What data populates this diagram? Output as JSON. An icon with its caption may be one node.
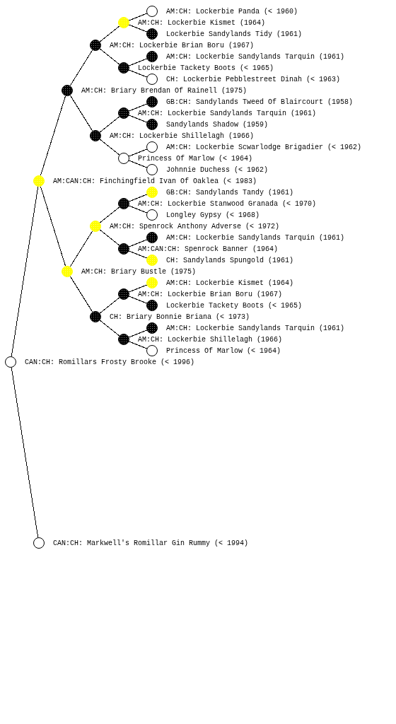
{
  "diagram": {
    "nodes": [
      {
        "text": [],
        "shape": "circle",
        "beside": [
          "AM:CH: Lockerbie Panda (< 1960)"
        ]
      },
      {
        "text": [],
        "shape": "circle"
      },
      {
        "text": [],
        "shape": "circle",
        "beside": [
          "Lockerbie Sandylands Tidy (1961)"
        ]
      },
      {
        "text": [],
        "shape": "circle"
      },
      {
        "text": [],
        "shape": "circle",
        "beside": [
          "AM:CH: Lockerbie Sandylands Tarquin (1961)"
        ]
      },
      {
        "text": [],
        "shape": "circle"
      },
      {
        "text": [],
        "shape": "circle",
        "beside": [
          "CH: Lockerbie Pebblestreet Dinah (< 1963)"
        ]
      },
      {
        "text": [],
        "shape": "circle"
      },
      {
        "text": [],
        "shape": "circle",
        "beside": [
          "GB:CH: Sandylands Tweed Of Blaircourt (1958)"
        ]
      },
      {
        "text": [],
        "shape": "circle"
      },
      {
        "text": [],
        "shape": "circle",
        "beside": [
          "Sandylands Shadow (1959)"
        ]
      },
      {
        "text": [],
        "shape": "circle"
      },
      {
        "text": [],
        "shape": "circle",
        "beside": [
          "AM:CH: Lockerbie Scwarlodge Brigadier (< 1962)"
        ]
      },
      {
        "text": [],
        "shape": "circle"
      },
      {
        "text": [],
        "shape": "circle",
        "beside": [
          "Johnnie Duchess (< 1962)"
        ]
      },
      {
        "text": [],
        "shape": "circle"
      },
      {
        "text": [],
        "shape": "circle",
        "beside": [
          "GB:CH: Sandylands Tandy (1961)"
        ]
      },
      {
        "text": [],
        "shape": "circle"
      },
      {
        "text": [],
        "shape": "circle",
        "beside": [
          "Longley Gypsy (< 1968)"
        ]
      },
      {
        "text": [],
        "shape": "circle"
      },
      {
        "text": [],
        "shape": "circle",
        "beside": [
          "AM:CH: Lockerbie Sandylands Tarquin (1961)"
        ]
      },
      {
        "text": [],
        "shape": "circle"
      },
      {
        "text": [],
        "shape": "circle",
        "beside": [
          "CH: Sandylands Spungold (1961)"
        ]
      },
      {
        "text": [],
        "shape": "circle"
      },
      {
        "text": [],
        "shape": "circle",
        "beside": [
          "AM:CH: Lockerbie Kismet (1964)"
        ]
      },
      {
        "text": [],
        "shape": "circle"
      },
      {
        "text": [],
        "shape": "circle",
        "beside": [
          "Lockerbie Tackety Boots (< 1965)"
        ]
      },
      {
        "text": [],
        "shape": "circle"
      },
      {
        "text": [],
        "shape": "circle",
        "beside": [
          "AM:CH: Lockerbie Sandylands Tarquin (1961)"
        ]
      },
      {
        "text": [],
        "shape": "circle"
      },
      {
        "text": [],
        "shape": "circle",
        "beside": [
          "Princess Of Marlow (< 1964)"
        ]
      },
      {
        "text": [],
        "shape": "circle"
      },
      {
        "text": [],
        "shape": "circle",
        "beside": [
          "CAN:CH: Markwell's Romillar Gin Rummy (< 1994)"
        ]
      }
    ],
    "edges": [
      {
        "from": 31,
        "to": 15,
        "arrow": "none"
      },
      {
        "from": 31,
        "to": 32,
        "arrow": "none"
      },
      {
        "from": 15,
        "to": 7,
        "arrow": "none"
      },
      {
        "from": 15,
        "to": 23,
        "arrow": "none"
      },
      {
        "from": 7,
        "to": 3,
        "arrow": "none"
      },
      {
        "from": 7,
        "to": 11,
        "arrow": "none"
      },
      {
        "from": 23,
        "to": 19,
        "arrow": "none"
      },
      {
        "from": 23,
        "to": 27,
        "arrow": "none"
      },
      {
        "from": 3,
        "to": 1,
        "arrow": "none"
      },
      {
        "from": 3,
        "to": 5,
        "arrow": "none"
      },
      {
        "from": 11,
        "to": 9,
        "arrow": "none"
      },
      {
        "from": 11,
        "to": 13,
        "arrow": "none"
      },
      {
        "from": 19,
        "to": 17,
        "arrow": "none"
      },
      {
        "from": 19,
        "to": 21,
        "arrow": "none"
      },
      {
        "from": 27,
        "to": 25,
        "arrow": "none"
      },
      {
        "from": 27,
        "to": 29,
        "arrow": "none"
      },
      {
        "from": 1,
        "to": 0,
        "arrow": "none"
      },
      {
        "from": 1,
        "to": 2,
        "arrow": "none"
      },
      {
        "from": 5,
        "to": 4,
        "arrow": "none"
      },
      {
        "from": 5,
        "to": 6,
        "arrow": "none"
      },
      {
        "from": 9,
        "to": 8,
        "arrow": "none"
      },
      {
        "from": 9,
        "to": 10,
        "arrow": "none"
      },
      {
        "from": 13,
        "to": 12,
        "arrow": "none"
      },
      {
        "from": 13,
        "to": 14,
        "arrow": "none"
      },
      {
        "from": 17,
        "to": 16,
        "arrow": "none"
      },
      {
        "from": 17,
        "to": 18,
        "arrow": "none"
      },
      {
        "from": 21,
        "to": 20,
        "arrow": "none"
      },
      {
        "from": 21,
        "to": 22,
        "arrow": "none"
      },
      {
        "from": 25,
        "to": 24,
        "arrow": "none"
      },
      {
        "from": 25,
        "to": 26,
        "arrow": "none"
      },
      {
        "from": 29,
        "to": 28,
        "arrow": "none"
      },
      {
        "from": 29,
        "to": 30,
        "arrow": "none"
      }
    ],
    "labels": [
      "AM:CH: Lockerbie Kismet (1964)",
      "AM:CH: Lockerbie Brian Boru (1967)",
      "Lockerbie Tackety Boots (< 1965)",
      "AM:CH: Briary Brendan Of Rainell (1975)",
      "AM:CH: Lockerbie Sandylands Tarquin (1961)",
      "AM:CH: Lockerbie Shillelagh (1966)",
      "Princess Of Marlow (< 1964)",
      "AM:CAN:CH: Finchingfield Ivan Of Oaklea (< 1983)",
      "AM:CH: Lockerbie Stanwood Granada (< 1970)",
      "AM:CH: Spenrock Anthony Adverse (< 1972)",
      "AM:CAN:CH: Spenrock Banner (1964)",
      "AM:CH: Briary Bustle (1975)",
      "AM:CH: Lockerbie Brian Boru (1967)",
      "CH: Briary Bonnie Briana (< 1973)",
      "AM:CH: Lockerbie Shillelagh (1966)",
      "CAN:CH: Romillars Frosty Brooke (< 1996)"
    ]
  }
}
